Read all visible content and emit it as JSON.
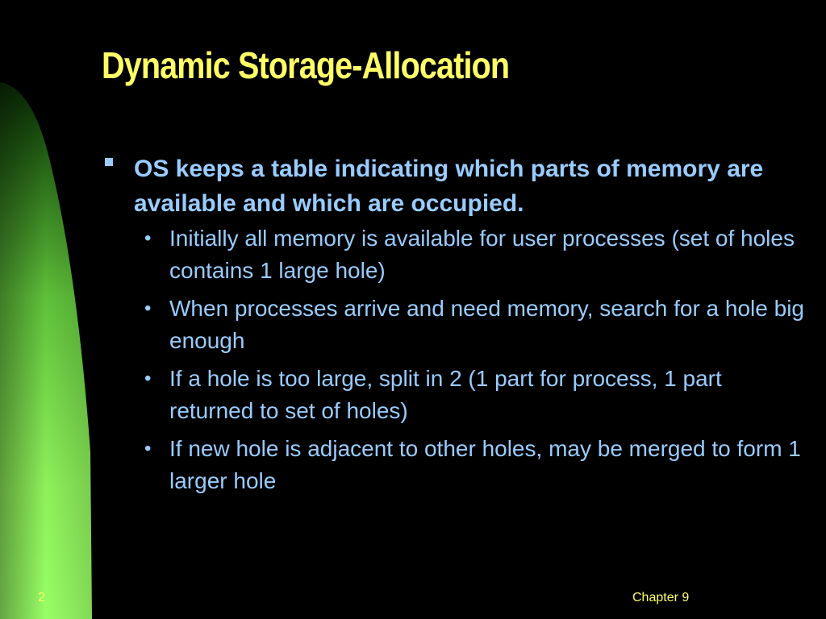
{
  "colors": {
    "background": "#000000",
    "title": "#ffff66",
    "body_text": "#99ccff",
    "footer_text": "#ffff66",
    "band_light": "#99ff66",
    "band_dark": "#0a2a05"
  },
  "slide": {
    "title": "Dynamic Storage-Allocation",
    "main_point": "OS keeps a table indicating which parts of memory are available and which are occupied.",
    "sub_points": [
      {
        "text": "Initially all memory is available for user processes (set of holes contains 1 large hole)"
      },
      {
        "text": "When processes arrive and need memory, search for a hole big enough"
      },
      {
        "text": "If a hole is too large, split in 2 (1 part for process, 1 part returned to set of holes)"
      },
      {
        "text": "If new hole is adjacent to other holes, may be merged to form 1 larger hole"
      }
    ],
    "footer": {
      "slide_number": "2",
      "chapter": "Chapter 9"
    },
    "icons": {
      "main_bullet": "square-bullet-icon",
      "sub_bullet": "dot-bullet-icon"
    }
  }
}
